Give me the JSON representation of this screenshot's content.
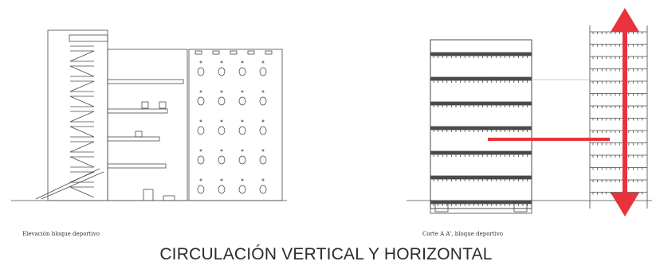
{
  "captions": {
    "left": "Elevación bloque deportivo",
    "right": "Corte A A', bloque deportivo"
  },
  "title": "CIRCULACIÓN VERTICAL Y  HORIZONTAL",
  "colors": {
    "arrow": "#e8323c",
    "line": "#4a4a4a",
    "background": "#ffffff"
  },
  "elevation": {
    "floor_count": 6,
    "panel_rows": 5,
    "panel_cols": 4
  },
  "section": {
    "floor_count": 7
  }
}
